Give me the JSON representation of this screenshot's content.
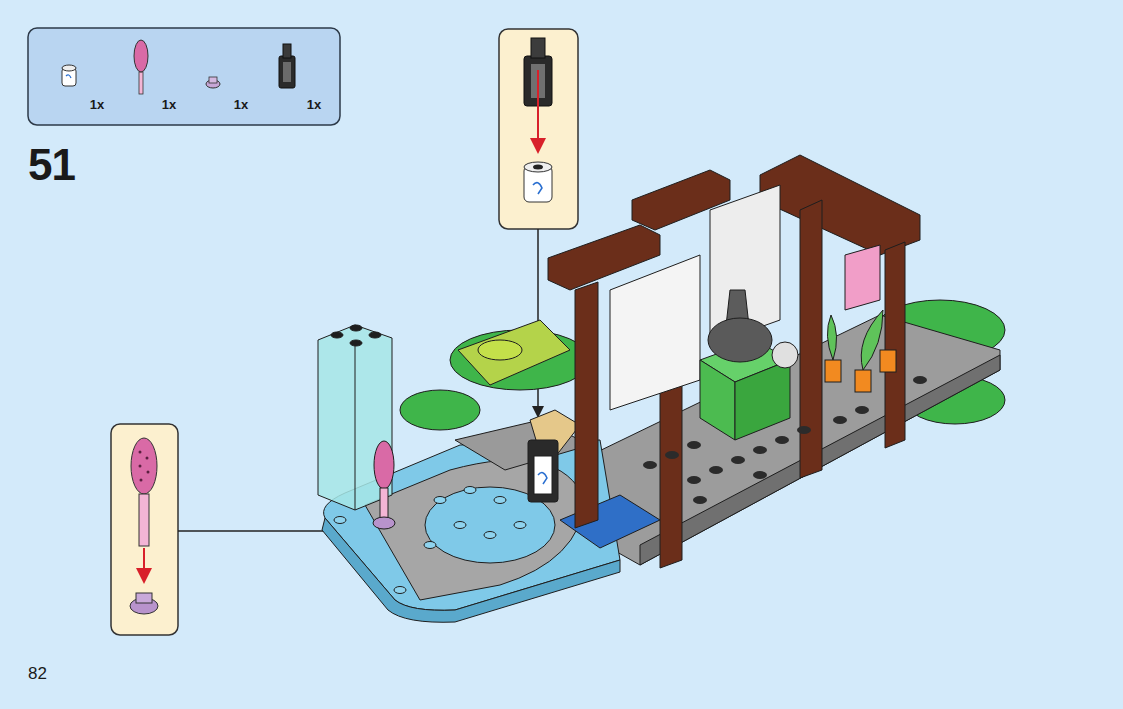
{
  "diagram": {
    "nodes": [
      {
        "text": [
          "1x",
          "1x",
          "1x",
          "1x"
        ]
      }
    ],
    "labels": [
      "51",
      "82"
    ]
  }
}
